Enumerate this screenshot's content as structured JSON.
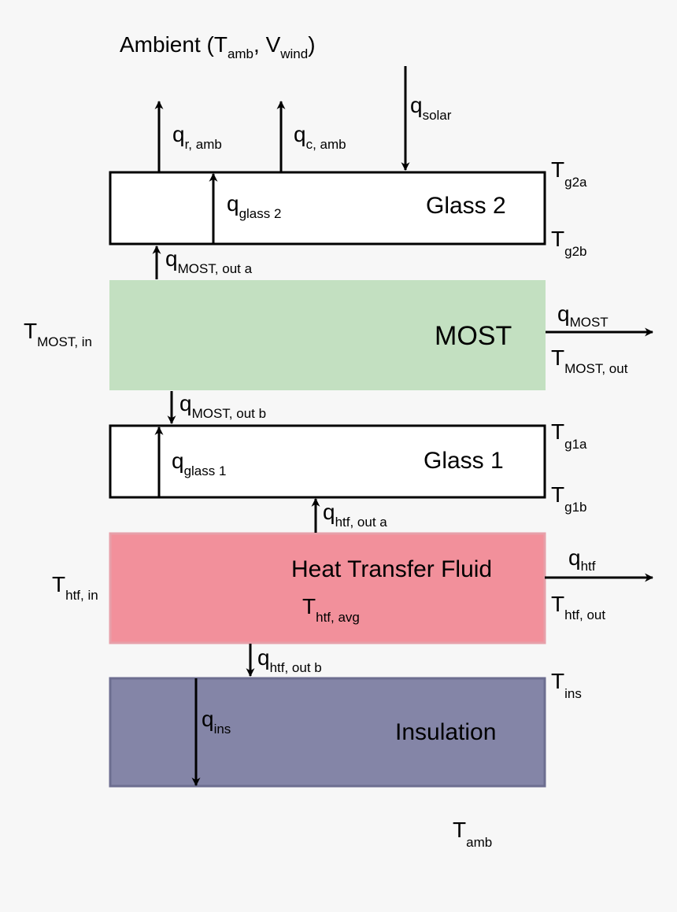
{
  "colors": {
    "background": "#f7f7f7",
    "glass_fill": "#ffffff",
    "most_fill": "#c3e0c1",
    "htf_fill": "#f2909b",
    "htf_stroke": "#e7a0aa",
    "insulation_fill": "#8485a7",
    "insulation_stroke": "#6d6e90",
    "line": "#000000"
  },
  "ambient": {
    "main": "Ambient (T",
    "sub1": "amb",
    "mid": ", V",
    "sub2": "wind",
    "end": ")"
  },
  "blocks": {
    "glass2": "Glass 2",
    "most": "MOST",
    "glass1": "Glass 1",
    "htf": "Heat Transfer Fluid",
    "insulation": "Insulation"
  },
  "labels": {
    "q_r_amb": {
      "main": "q",
      "sub": "r, amb"
    },
    "q_c_amb": {
      "main": "q",
      "sub": "c, amb"
    },
    "q_solar": {
      "main": "q",
      "sub": "solar"
    },
    "q_glass2": {
      "main": "q",
      "sub": "glass 2"
    },
    "q_most_out_a": {
      "main": "q",
      "sub": "MOST, out a"
    },
    "q_most": {
      "main": "q",
      "sub": "MOST"
    },
    "q_most_out_b": {
      "main": "q",
      "sub": "MOST, out b"
    },
    "q_glass1": {
      "main": "q",
      "sub": "glass 1"
    },
    "q_htf_out_a": {
      "main": "q",
      "sub": "htf, out a"
    },
    "q_htf": {
      "main": "q",
      "sub": "htf"
    },
    "q_htf_out_b": {
      "main": "q",
      "sub": "htf, out b"
    },
    "q_ins": {
      "main": "q",
      "sub": "ins"
    },
    "t_g2a": {
      "main": "T",
      "sub": "g2a"
    },
    "t_g2b": {
      "main": "T",
      "sub": "g2b"
    },
    "t_most_in": {
      "main": "T",
      "sub": "MOST, in"
    },
    "t_most_out": {
      "main": "T",
      "sub": "MOST, out"
    },
    "t_g1a": {
      "main": "T",
      "sub": "g1a"
    },
    "t_g1b": {
      "main": "T",
      "sub": "g1b"
    },
    "t_htf_in": {
      "main": "T",
      "sub": "htf, in"
    },
    "t_htf_avg": {
      "main": "T",
      "sub": "htf, avg"
    },
    "t_htf_out": {
      "main": "T",
      "sub": "htf, out"
    },
    "t_ins": {
      "main": "T",
      "sub": "ins"
    },
    "t_amb": {
      "main": "T",
      "sub": "amb"
    }
  }
}
